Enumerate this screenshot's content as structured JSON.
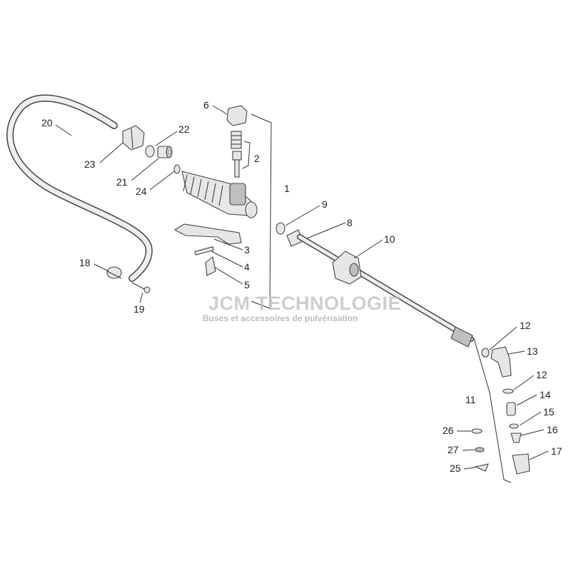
{
  "diagram": {
    "type": "exploded-parts-diagram",
    "watermark": {
      "title": "JCM TECHNOLOGIE",
      "subtitle": "Buses et accessoires de pulvérisation"
    },
    "callouts": [
      "20",
      "22",
      "23",
      "6",
      "2",
      "1",
      "21",
      "24",
      "9",
      "8",
      "10",
      "3",
      "4",
      "5",
      "18",
      "19",
      "12",
      "13",
      "12",
      "11",
      "14",
      "15",
      "16",
      "17",
      "26",
      "27",
      "25"
    ]
  }
}
